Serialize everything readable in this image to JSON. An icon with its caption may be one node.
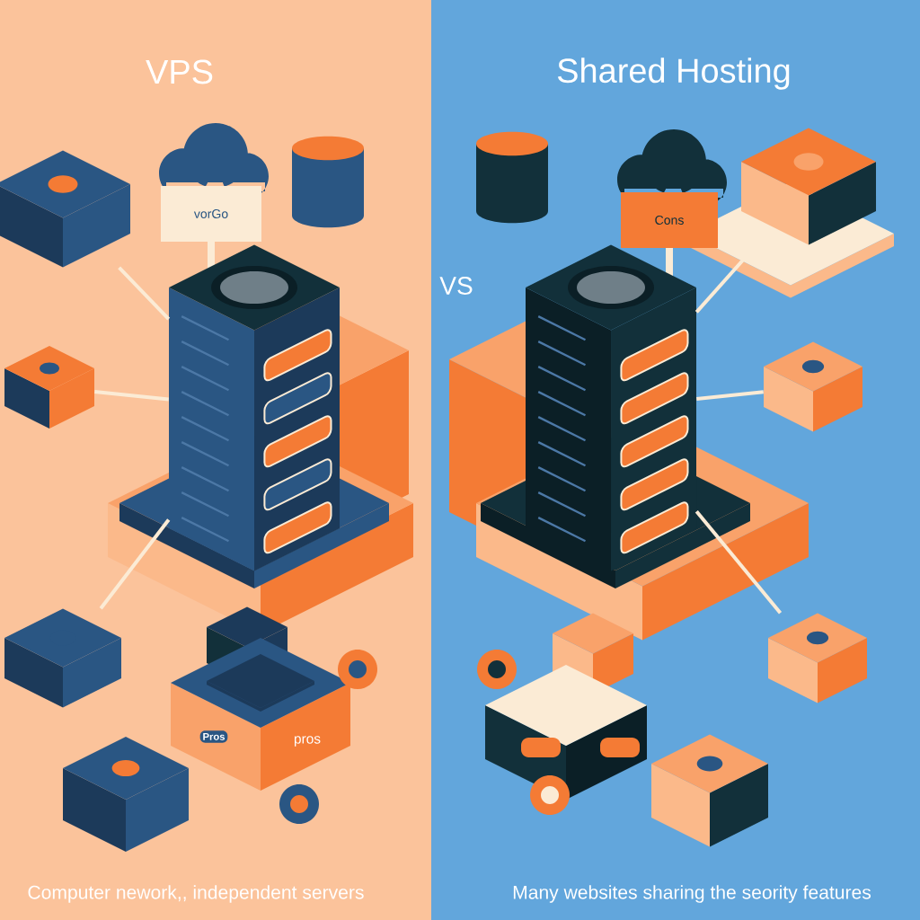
{
  "diagram": {
    "nodes": [
      {
        "text": [
          "vorGo"
        ]
      },
      {
        "text": [
          "Cons"
        ]
      },
      {
        "text": [
          "Pros",
          "pros"
        ]
      },
      {
        "text": [],
        "shape": "box"
      },
      {
        "text": [],
        "shape": "box"
      },
      {
        "text": [],
        "shape": "box"
      },
      {
        "text": [],
        "shape": "box"
      },
      {
        "text": [],
        "shape": "box"
      },
      {
        "text": [],
        "shape": "box"
      },
      {
        "text": [],
        "shape": "box"
      },
      {
        "text": [],
        "shape": "box"
      },
      {
        "text": [],
        "shape": "box"
      },
      {
        "text": [],
        "shape": "box"
      },
      {
        "text": [],
        "shape": "box"
      },
      {
        "text": [],
        "shape": "cylinder"
      },
      {
        "text": [],
        "shape": "cylinder"
      }
    ],
    "edges": [
      {
        "from": 5,
        "to": 3,
        "arrow": "none"
      },
      {
        "from": 6,
        "to": 3,
        "arrow": "none"
      },
      {
        "from": 7,
        "to": 3,
        "arrow": "none"
      },
      {
        "from": 9,
        "to": 4,
        "arrow": "none"
      },
      {
        "from": 10,
        "to": 4,
        "arrow": "none"
      },
      {
        "from": 11,
        "to": 4,
        "arrow": "none"
      }
    ],
    "labels": [
      "VPS",
      "Shared Hosting",
      "VS",
      "Computer nework,,  independent servers",
      "Many websites sharing the seority features"
    ]
  }
}
